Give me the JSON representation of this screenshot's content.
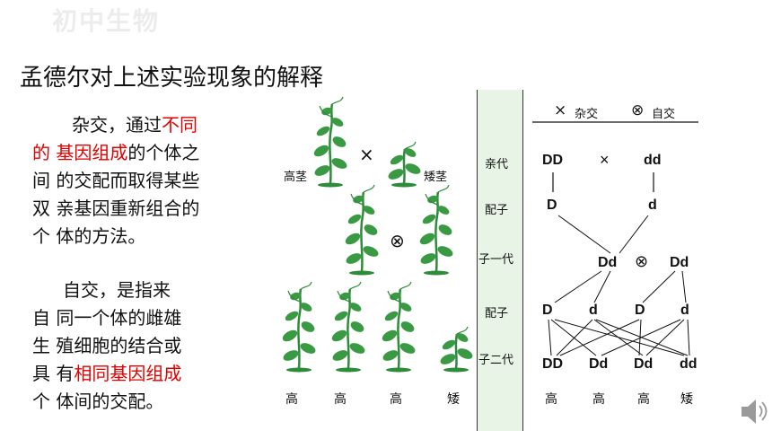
{
  "watermark": "初中生物",
  "title": "孟德尔对上述实验现象的解释",
  "para1": {
    "l1": "杂交，通过",
    "l1_red": "不同",
    "l2_red1": "的",
    "l2_red2": "基因组成",
    "l2": "的个体之",
    "l3": "间 的交配而取得某些",
    "l4": "双 亲基因重新组合的",
    "l5": "个 体的方法。"
  },
  "para2": {
    "l1": "自交，是指来",
    "l2": "自 同一个体的雌雄",
    "l3": "生 殖细胞的结合或",
    "l4a": "具 有",
    "l4_red": "相同基因组成",
    "l5": "个 体间的交配。"
  },
  "plants": {
    "tall_label": "高茎",
    "short_label": "矮茎",
    "cross_symbol": "×",
    "self_symbol": "⊗",
    "pheno": [
      "高",
      "高",
      "高",
      "矮"
    ]
  },
  "generations": [
    "亲代",
    "配子",
    "子一代",
    "配子",
    "子二代"
  ],
  "legend": {
    "cross": "杂交",
    "self": "自交"
  },
  "genotypes": {
    "parents": [
      "DD",
      "dd"
    ],
    "gametes1": [
      "D",
      "d"
    ],
    "f1": [
      "Dd",
      "Dd"
    ],
    "gametes2": [
      "D",
      "d",
      "D",
      "d"
    ],
    "f2": [
      "DD",
      "Dd",
      "Dd",
      "dd"
    ],
    "pheno": [
      "高",
      "高",
      "高",
      "矮"
    ]
  },
  "colors": {
    "accent_red": "#e30000",
    "plant_green": "#2e8b3a",
    "band": "#e8f5e6"
  }
}
